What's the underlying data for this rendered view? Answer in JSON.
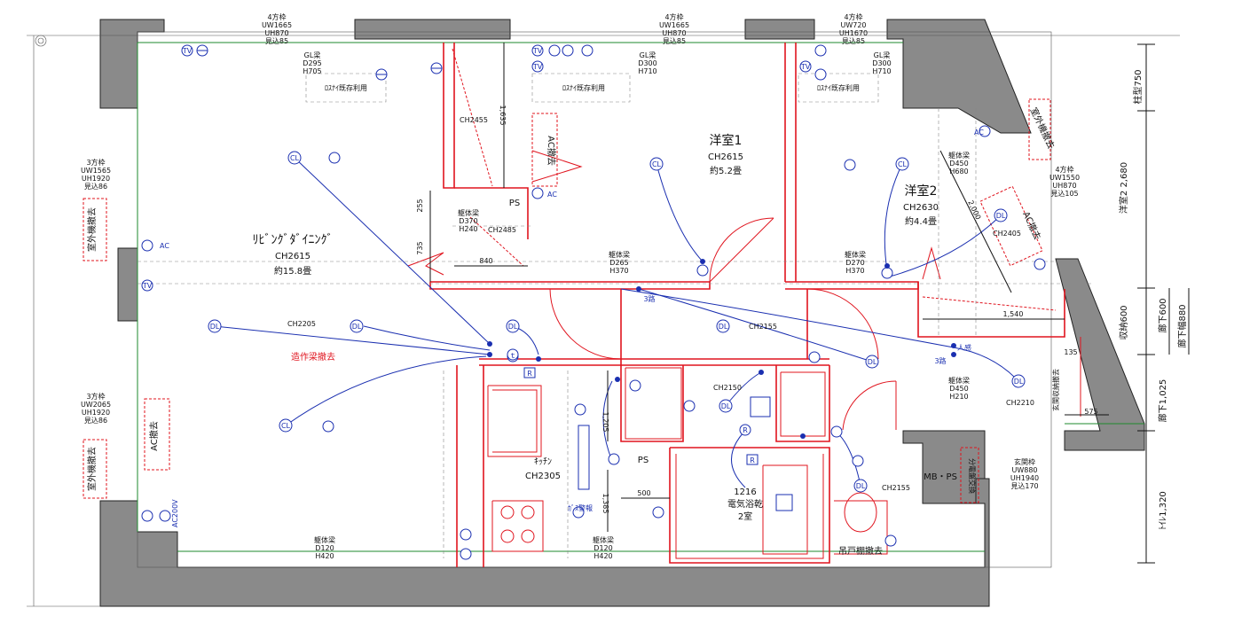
{
  "rooms": {
    "living": {
      "name": "ﾘﾋﾞﾝｸﾞﾀﾞｲﾆﾝｸﾞ",
      "ch": "CH2615",
      "area": "約15.8畳"
    },
    "bed1": {
      "name": "洋室1",
      "ch": "CH2615",
      "area": "約5.2畳"
    },
    "bed2": {
      "name": "洋室2",
      "ch": "CH2630",
      "area": "約4.4畳"
    },
    "kitchen": {
      "name": "ｷｯﾁﾝ",
      "ch": "CH2305"
    },
    "bath": {
      "size": "1216",
      "name": "電気浴乾",
      "rooms": "2室"
    }
  },
  "windows": {
    "w1": [
      "4方枠",
      "UW1665",
      "UH870",
      "見込85"
    ],
    "w2": [
      "4方枠",
      "UW1665",
      "UH870",
      "見込85"
    ],
    "w3": [
      "4方枠",
      "UW720",
      "UH1670",
      "見込85"
    ],
    "w4": [
      "3方枠",
      "UW1565",
      "UH1920",
      "見込86"
    ],
    "w5": [
      "3方枠",
      "UW2065",
      "UH1920",
      "見込86"
    ],
    "w6": [
      "4方枠",
      "UW1550",
      "UH870",
      "見込105"
    ],
    "door": [
      "玄関枠",
      "UW880",
      "UH1940",
      "見込170"
    ]
  },
  "beams": {
    "gl1": [
      "GL梁",
      "D295",
      "H705"
    ],
    "gl2": [
      "GL梁",
      "D300",
      "H710"
    ],
    "gl3": [
      "GL梁",
      "D300",
      "H710"
    ],
    "b1": [
      "躯体梁",
      "D370",
      "H240"
    ],
    "b2": [
      "躯体梁",
      "D265",
      "H370"
    ],
    "b3": [
      "躯体梁",
      "D270",
      "H370"
    ],
    "b4": [
      "躯体梁",
      "D450",
      "H680"
    ],
    "b5": [
      "躯体梁",
      "D450",
      "H210"
    ],
    "b6": [
      "躯体梁",
      "D120",
      "H420"
    ],
    "b7": [
      "躯体梁",
      "D120",
      "H420"
    ]
  },
  "notes": {
    "rosnai": "ﾛｽﾅｲ既存利用",
    "ac_removal": "AC撤去",
    "outdoor_removal": "室外機撤去",
    "beam_removal": "造作梁撤去",
    "ps": "PS",
    "mbps": "MB・PS",
    "genkan_removal": "玄関収納撤去",
    "shoe_removal": "吊戸棚撤去",
    "gas": "ｶﾞｽ警報",
    "kanko": "人感",
    "sanro": "3路",
    "switch_box": "分電盤交換"
  },
  "ceilings": [
    "CH2455",
    "CH2485",
    "CH2205",
    "CH2155",
    "CH2150",
    "CH2155",
    "CH2405",
    "CH2210"
  ],
  "dims": {
    "d1635": "1,635",
    "d255": "255",
    "d735": "735",
    "d840": "840",
    "d1540": "1,540",
    "d1205": "1,205",
    "d1385": "1,385",
    "d500": "500",
    "d2000": "2,000",
    "d135": "135",
    "d575": "575"
  },
  "right_dims": {
    "pillar": "柱型750",
    "yoshitsu2": "洋室2 2,680",
    "shuno": "収納600",
    "roka600": "廊下600",
    "rokahaba": "廊下幅880",
    "roka1025": "廊下1,025",
    "toilet": "ﾄｲﾚ1,320"
  },
  "symbols": {
    "tv": "TV",
    "cl": "CL",
    "dl": "DL",
    "ac": "AC",
    "ac200": "AC200V",
    "r": "R"
  }
}
